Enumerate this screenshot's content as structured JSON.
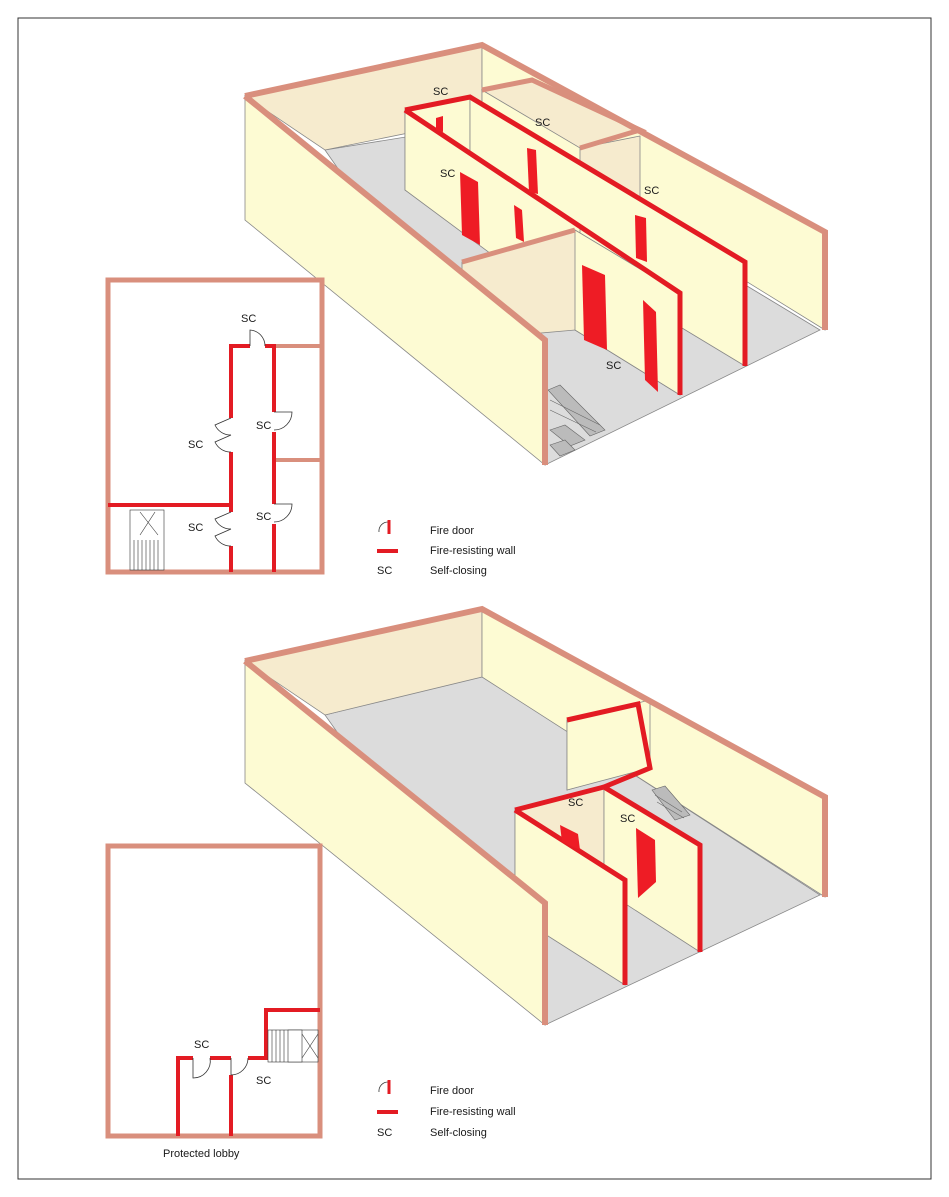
{
  "colors": {
    "outer_wall": "#d98f7d",
    "fire_wall": "#e31b23",
    "wall_face": "#fdfbd3",
    "wall_face_back": "#f6ebce",
    "floor": "#dcdcdc",
    "door_red": "#ee1c25",
    "frame": "#333333"
  },
  "icons": [
    "fire-door-symbol-icon",
    "fire-wall-symbol-icon",
    "staircase-icon",
    "door-swing-icon"
  ],
  "diagram_top": {
    "iso_labels": [
      "SC",
      "SC",
      "SC",
      "SC",
      "SC"
    ],
    "plan_labels": [
      "SC",
      "SC",
      "SC",
      "SC",
      "SC"
    ],
    "legend": {
      "fire_door": "Fire door",
      "fire_wall": "Fire-resisting wall",
      "sc_key": "SC",
      "sc_text": "Self-closing"
    }
  },
  "diagram_bottom": {
    "iso_labels": [
      "SC",
      "SC"
    ],
    "plan_labels": [
      "SC",
      "SC"
    ],
    "caption": "Protected lobby",
    "legend": {
      "fire_door": "Fire door",
      "fire_wall": "Fire-resisting wall",
      "sc_key": "SC",
      "sc_text": "Self-closing"
    }
  }
}
